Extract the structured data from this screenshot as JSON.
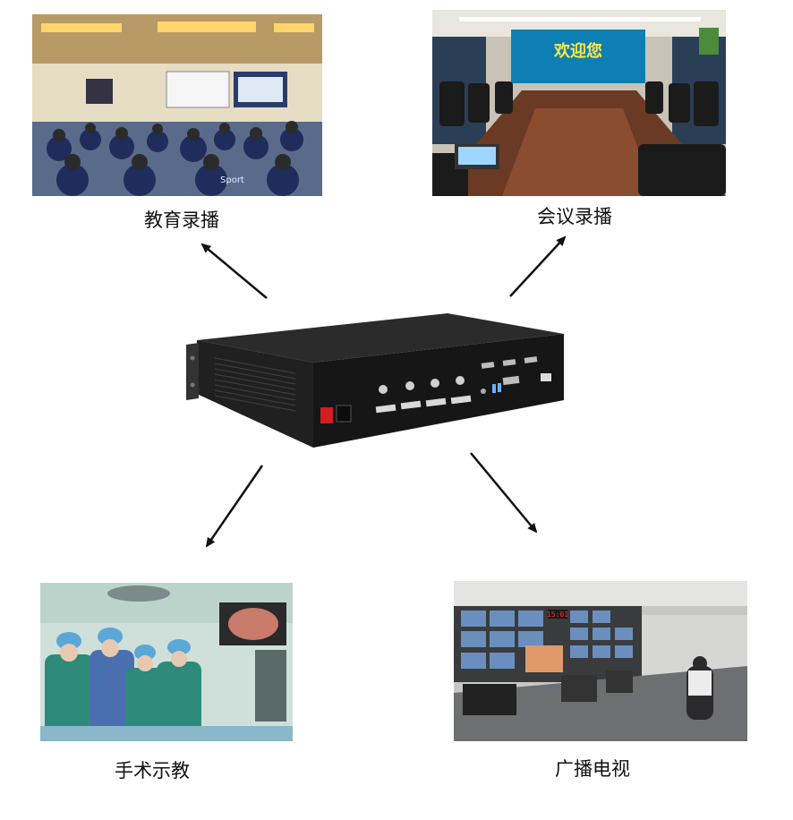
{
  "scenes": {
    "education": {
      "caption": "教育录播",
      "jersey_text": "Sport"
    },
    "conference": {
      "caption": "会议录播",
      "screen_text": "欢迎您"
    },
    "surgery": {
      "caption": "手术示教"
    },
    "broadcast": {
      "caption": "广播电视",
      "clock_text": "15:01"
    }
  },
  "colors": {
    "arrow": "#111111",
    "device": "#1a1a1a",
    "power_switch": "#d21e1e"
  }
}
